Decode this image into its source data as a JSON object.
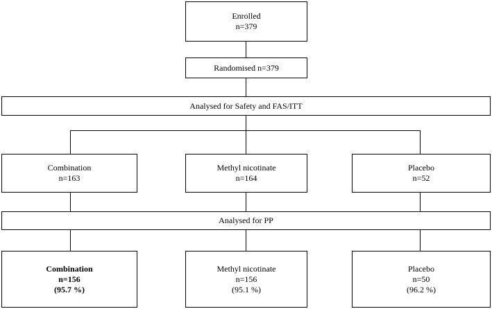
{
  "enrolled": {
    "label": "Enrolled",
    "count": "n=379"
  },
  "randomised": {
    "label": "Randomised n=379"
  },
  "analysed_safety": {
    "label": "Analysed for Safety and FAS/ITT"
  },
  "groups": [
    {
      "name": "Combination",
      "count": "n=163"
    },
    {
      "name": "Methyl nicotinate",
      "count": "n=164"
    },
    {
      "name": "Placebo",
      "count": "n=52"
    }
  ],
  "analysed_pp": {
    "label": "Analysed for PP"
  },
  "pp_groups": [
    {
      "name": "Combination",
      "count": "n=156",
      "percent": "(95.7 %)"
    },
    {
      "name": "Methyl nicotinate",
      "count": "n=156",
      "percent": "(95.1 %)"
    },
    {
      "name": "Placebo",
      "count": "n=50",
      "percent": "(96.2 %)"
    }
  ]
}
